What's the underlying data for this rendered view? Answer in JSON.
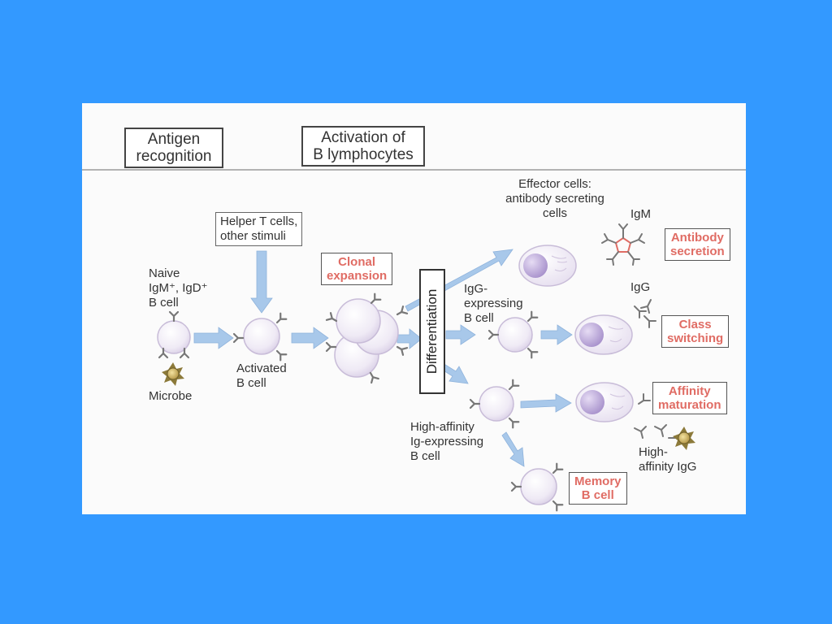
{
  "headers": {
    "antigen_recognition": "Antigen\nrecognition",
    "activation": "Activation of\nB lymphocytes"
  },
  "labels": {
    "helper_t": "Helper T cells,\nother stimuli",
    "naive": "Naive\nIgM⁺, IgD⁺\nB cell",
    "microbe": "Microbe",
    "activated": "Activated\nB cell",
    "effector": "Effector cells:\nantibody secreting\ncells",
    "igm": "IgM",
    "igg": "IgG",
    "igg_expressing": "IgG-\nexpressing\nB cell",
    "high_affinity_ig": "High-affinity\nIg-expressing\nB cell",
    "high_affinity_igg": "High-\naffinity IgG"
  },
  "outcomes": {
    "clonal_expansion": "Clonal\nexpansion",
    "differentiation": "Differentiation",
    "antibody_secretion": "Antibody\nsecretion",
    "class_switching": "Class\nswitching",
    "affinity_maturation": "Affinity\nmaturation",
    "memory_b_cell": "Memory\nB cell"
  },
  "colors": {
    "background": "#3399ff",
    "outcome_text": "#e06c64",
    "arrow": "#a8c8ea",
    "cell_membrane": "#c8bcd8",
    "nucleus": "#b9a4d8"
  }
}
